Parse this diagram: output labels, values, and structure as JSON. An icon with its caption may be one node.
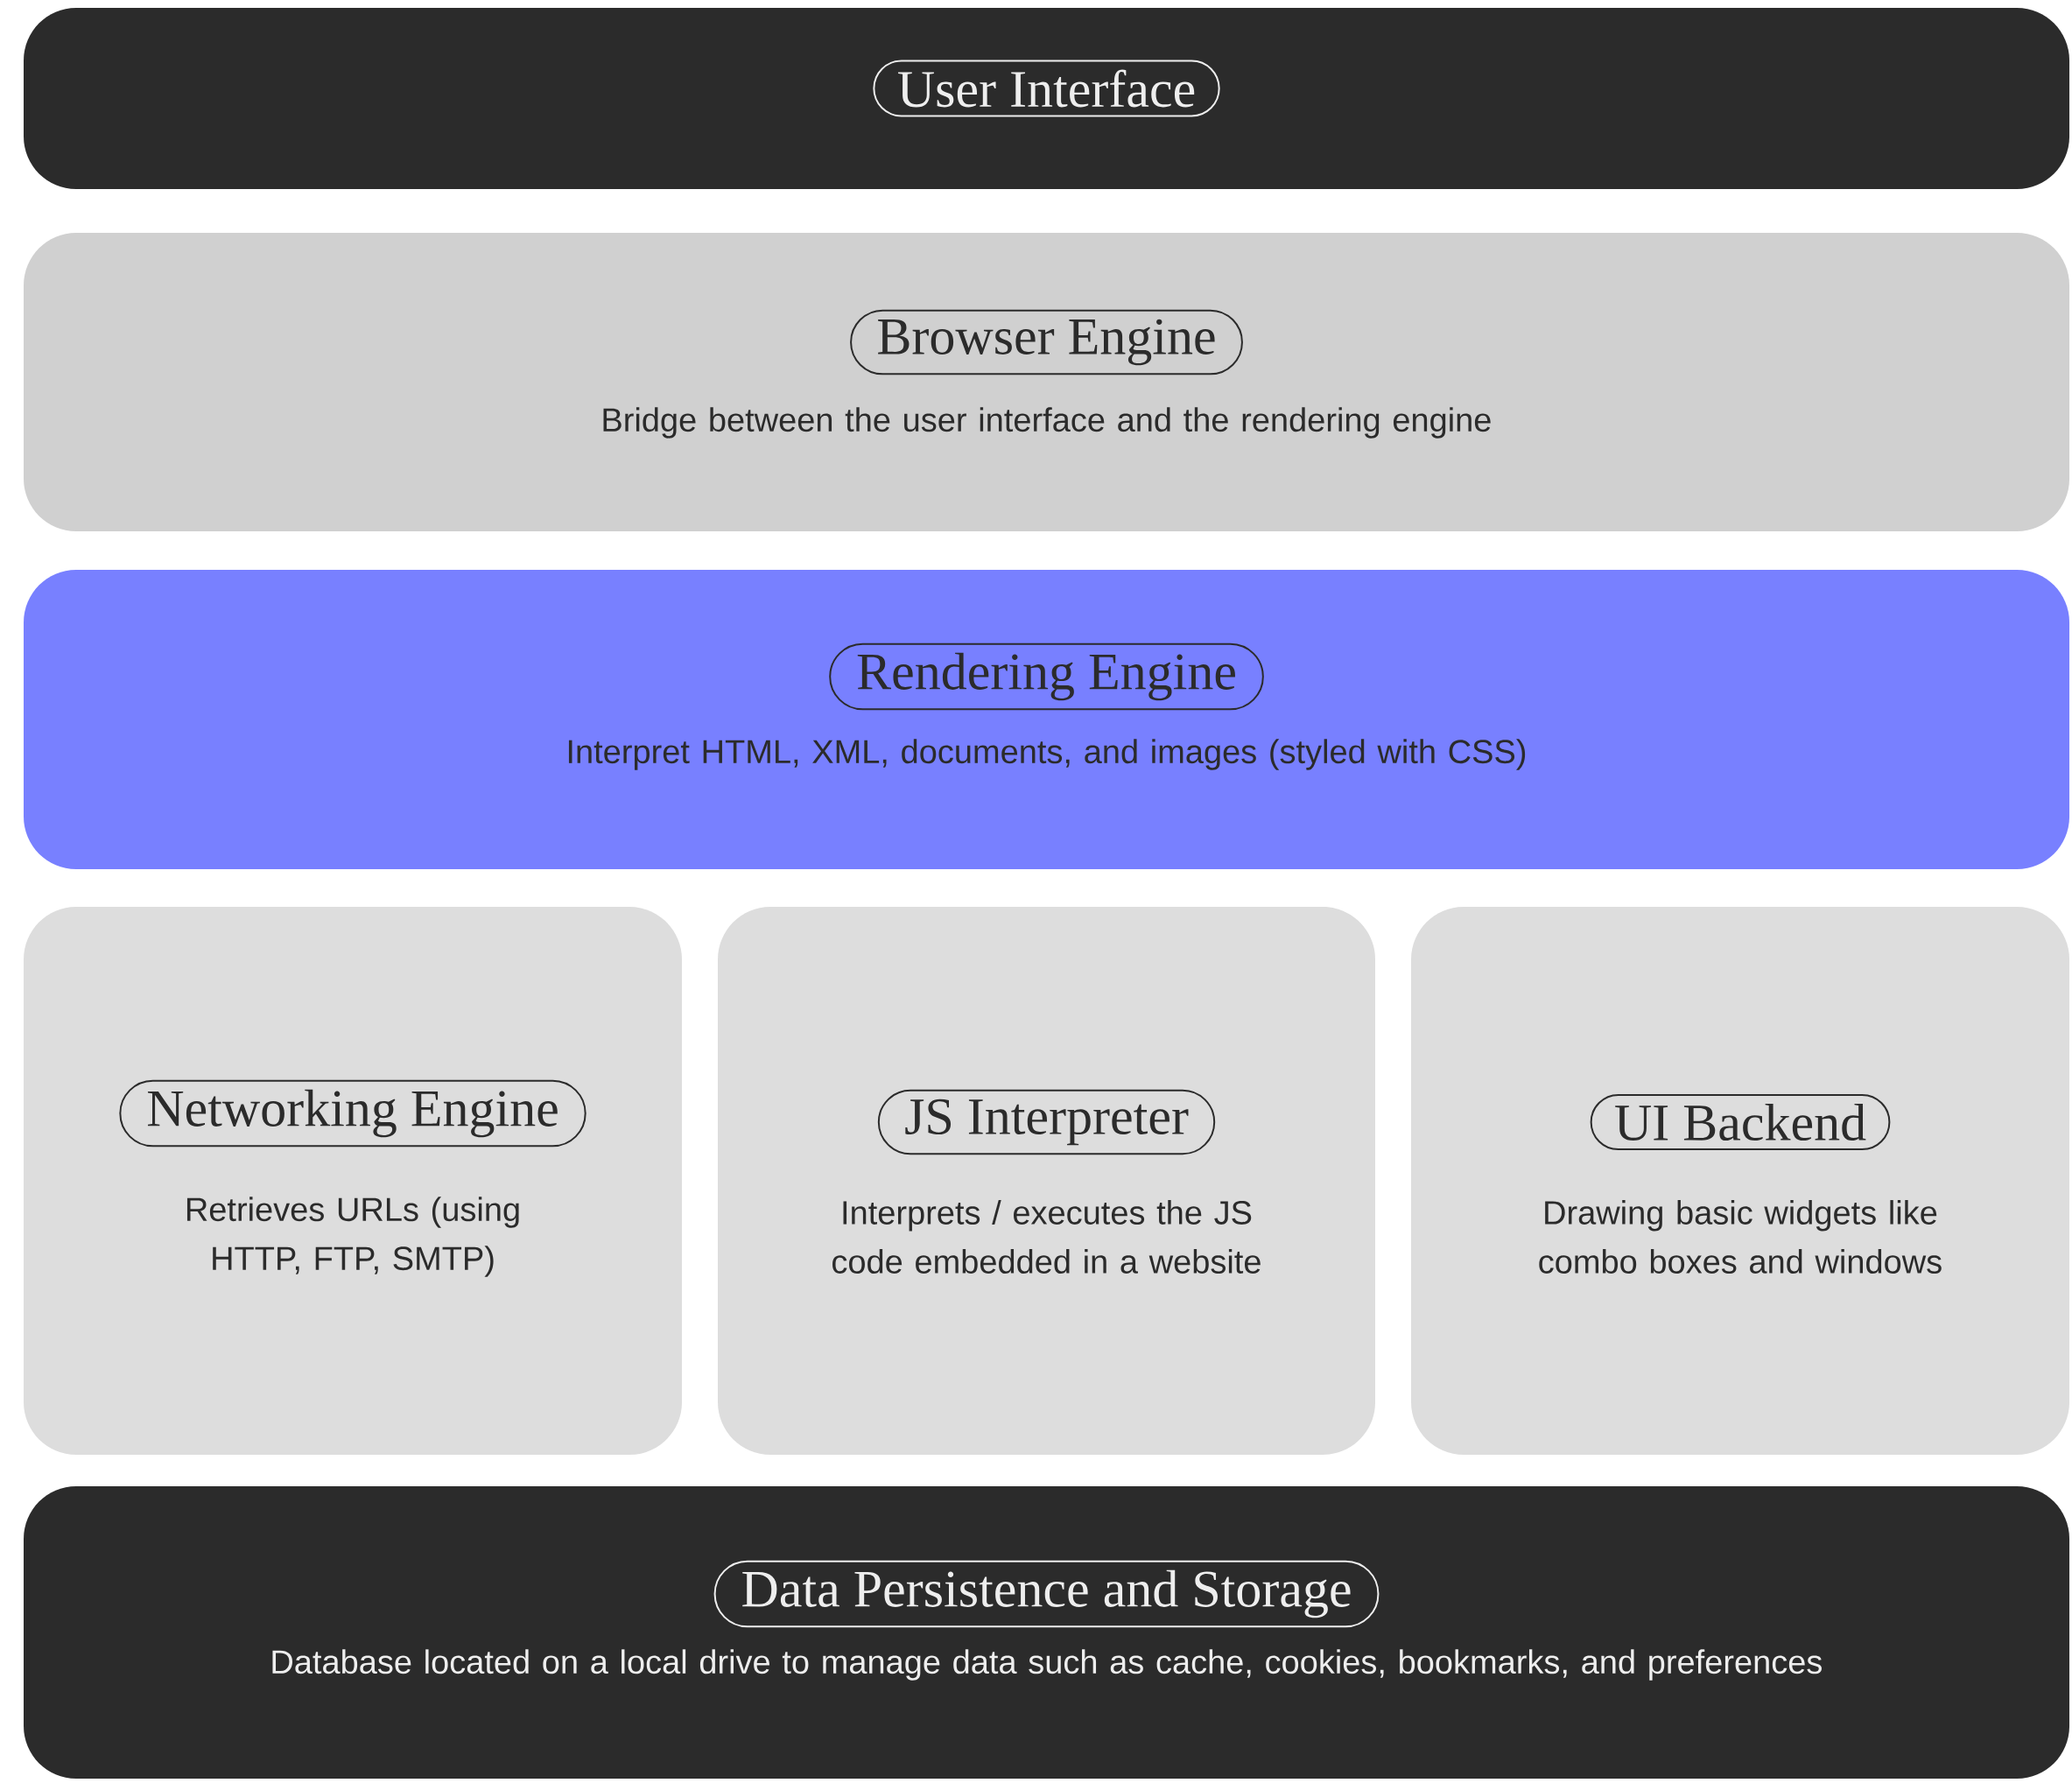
{
  "diagram": {
    "nodes": [
      {
        "text": [
          "User Interface"
        ]
      },
      {
        "text": [
          "Browser Engine",
          "Bridge between the user interface and the rendering engine"
        ]
      },
      {
        "text": [
          "Rendering Engine",
          "Interpret HTML, XML, documents, and images (styled with CSS)"
        ]
      },
      {
        "text": [
          "Networking Engine",
          "Retrieves URLs (using HTTP, FTP, SMTP)"
        ]
      },
      {
        "text": [
          "JS Interpreter",
          "Interprets / executes the JS code embedded in a website"
        ]
      },
      {
        "text": [
          "UI Backend",
          "Drawing basic widgets like combo boxes and windows"
        ]
      },
      {
        "text": [
          "Data Persistence and Storage",
          "Database located on a local drive to manage data such as cache, cookies, bookmarks, and preferences"
        ]
      }
    ]
  }
}
